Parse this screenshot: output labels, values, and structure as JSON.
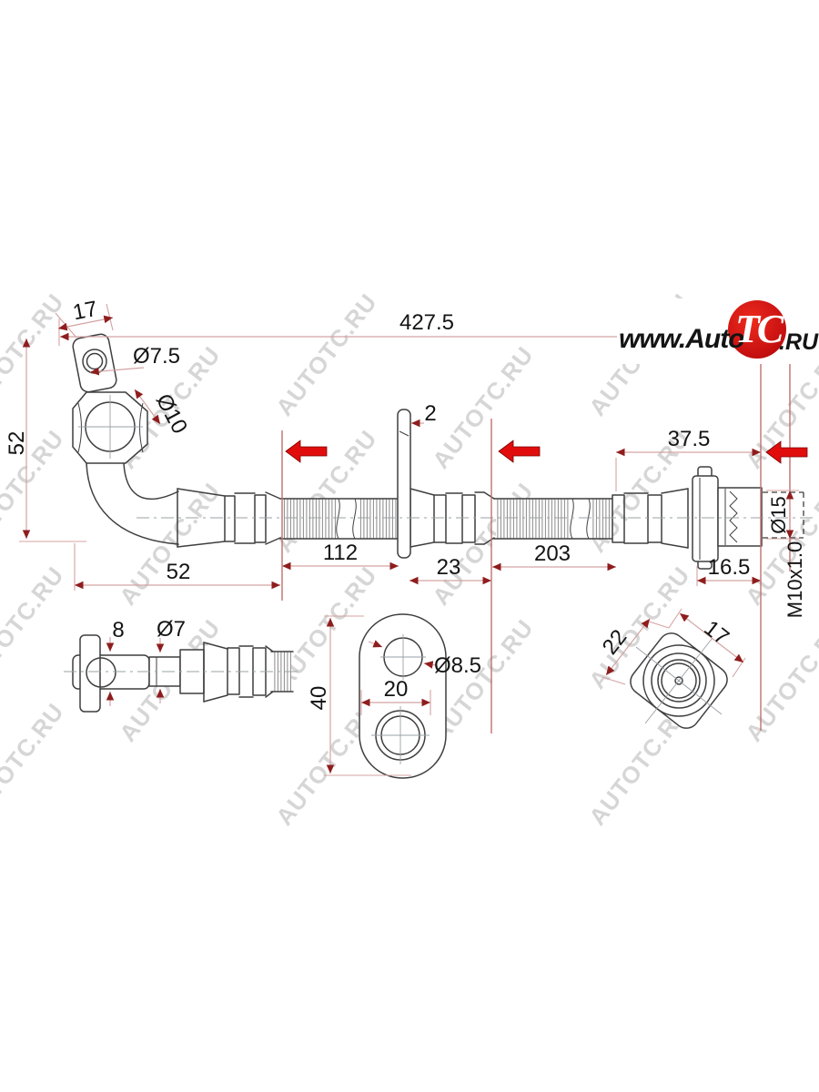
{
  "watermark": {
    "text": "AUTOTC.RU"
  },
  "logo": {
    "prefix": "www.Auto",
    "badge": "TC",
    "suffix": ".ru"
  },
  "dims": {
    "overall": "427.5",
    "banjo_tab_width": "17",
    "banjo_eye_dia": "Ø7.5",
    "banjo_bore_dia": "Ø10",
    "banjo_drop": "52",
    "bracket_thickness": "2",
    "fitting_length": "37.5",
    "segment_banjo": "52",
    "segment_hose1": "112",
    "segment_bracket": "23",
    "segment_hose2": "203",
    "nut_length": "16.5",
    "nut_dia": "Ø15",
    "thread_spec": "M10x1.0",
    "eye_thickness": "8",
    "stem_dia": "Ø7",
    "bracket_plate_height": "40",
    "bracket_hole_span": "20",
    "bracket_hole_dia": "Ø8.5",
    "endview_size_a": "22",
    "endview_size_b": "17"
  }
}
